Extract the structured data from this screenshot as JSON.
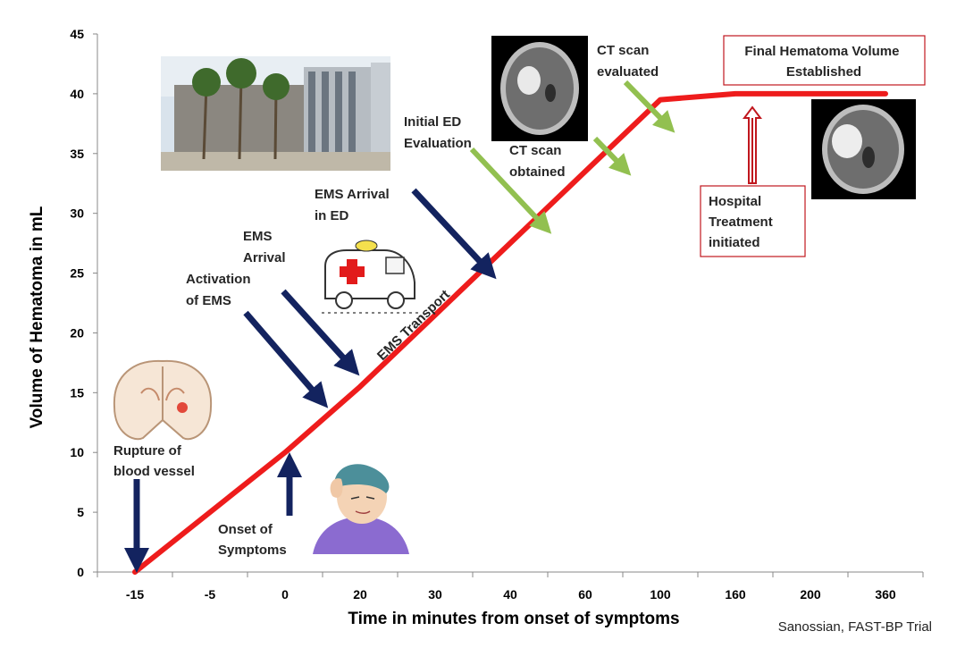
{
  "chart_data": {
    "type": "line",
    "xlabel": "Time in minutes from onset of symptoms",
    "ylabel": "Volume of Hematoma in mL",
    "categories": [
      "-15",
      "-5",
      "0",
      "20",
      "30",
      "40",
      "60",
      "100",
      "160",
      "200",
      "360"
    ],
    "ylim": [
      0,
      45
    ],
    "yticks": [
      0,
      5,
      10,
      15,
      20,
      25,
      30,
      35,
      40,
      45
    ],
    "grid": false,
    "series": [
      {
        "color": "#ee1c1c",
        "points": [
          [
            "-15",
            0
          ],
          [
            "0",
            10
          ],
          [
            "20",
            15.5
          ],
          [
            "30",
            21.5
          ],
          [
            "40",
            27.5
          ],
          [
            "60",
            33.5
          ],
          [
            "100",
            39.5
          ],
          [
            "160",
            40
          ],
          [
            "200",
            40
          ],
          [
            "360",
            40
          ]
        ]
      }
    ]
  },
  "annotations": {
    "rupture": [
      "Rupture of",
      "blood vessel"
    ],
    "onset": [
      "Onset  of",
      "Symptoms"
    ],
    "activation": [
      "Activation",
      "of EMS"
    ],
    "ems_arrival": [
      "EMS",
      "Arrival"
    ],
    "ems_arrival_ed": [
      "EMS Arrival",
      "in ED"
    ],
    "initial_ed": [
      "Initial ED",
      "Evaluation"
    ],
    "ct_obtained": [
      "CT scan",
      "obtained"
    ],
    "ct_evaluated": [
      "CT scan",
      "evaluated"
    ],
    "final_volume": [
      "Final Hematoma Volume",
      "Established"
    ],
    "hospital_treatment": [
      "Hospital",
      "Treatment",
      "initiated"
    ],
    "ems_transport": "EMS Transport"
  },
  "credit": "Sanossian, FAST-BP Trial",
  "colors": {
    "line": "#ee1c1c",
    "navy_arrow": "#13235f",
    "green_arrow": "#92c050",
    "red_arrow": "#c0171e",
    "box_border": "#c0171e"
  },
  "icons": [
    "hospital-building-photo",
    "ambulance-icon",
    "brain-section-icon",
    "headache-patient-icon",
    "ct-scan-before-icon",
    "ct-scan-after-icon"
  ]
}
